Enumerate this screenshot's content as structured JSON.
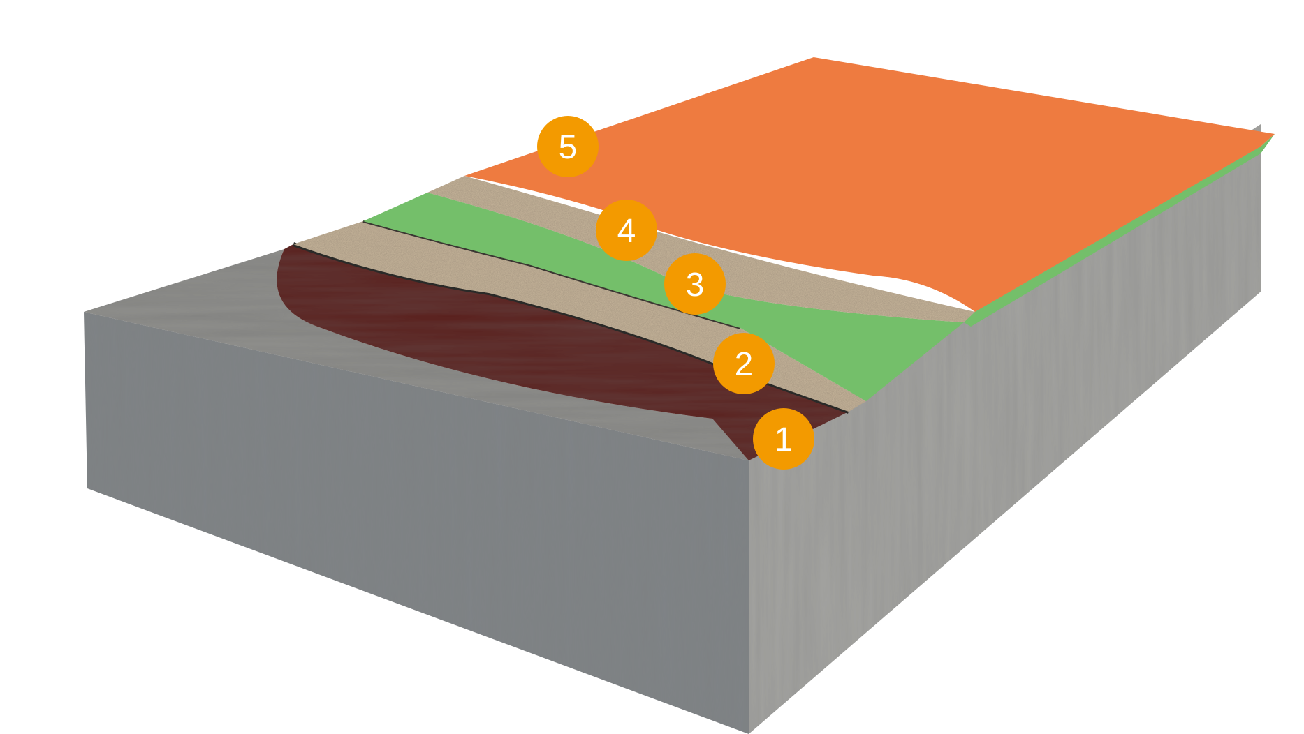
{
  "colors": {
    "background": "#ffffff",
    "concrete_top": "#8f8f8c",
    "concrete_front": "#7f8386",
    "concrete_side": "#a3a3a0",
    "layer_1_primer": "#5a1f1c",
    "layer_2_aggregate": "#c9b79c",
    "layer_3_membrane": "#74bf6a",
    "layer_4_aggregate": "#c9b79c",
    "layer_5_topcoat": "#ee7b40",
    "badge": "#f39a00",
    "badge_text": "#ffffff"
  },
  "layers": [
    {
      "number": "1",
      "color_key": "layer_1_primer"
    },
    {
      "number": "2",
      "color_key": "layer_2_aggregate"
    },
    {
      "number": "3",
      "color_key": "layer_3_membrane"
    },
    {
      "number": "4",
      "color_key": "layer_4_aggregate"
    },
    {
      "number": "5",
      "color_key": "layer_5_topcoat"
    }
  ]
}
